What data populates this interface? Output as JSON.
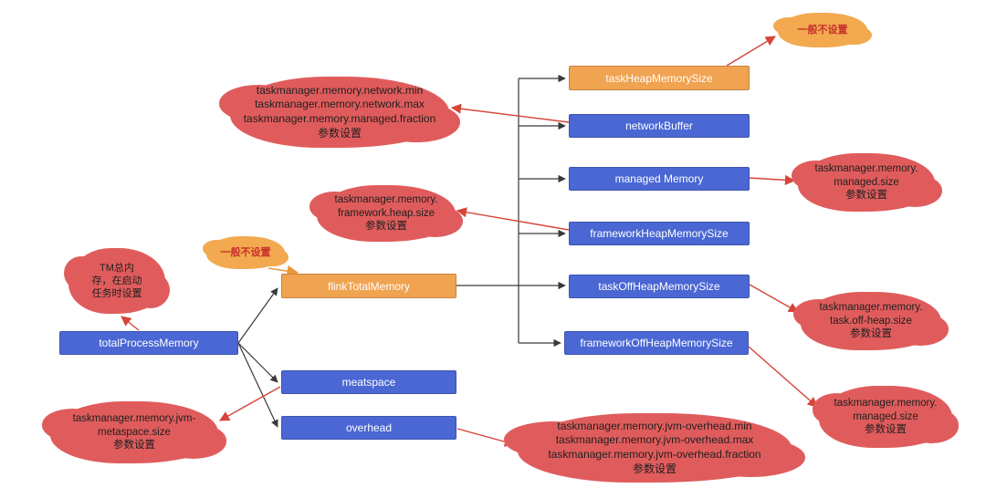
{
  "diagram": {
    "type": "flowchart",
    "description": "Flink TaskManager memory model configuration diagram",
    "colors": {
      "background": "#ffffff",
      "node_blue": "#4a67d3",
      "node_orange": "#f0a350",
      "cloud_red": "#e05c5c",
      "cloud_orange": "#f2a94f",
      "edge_black": "#3a3a3a",
      "edge_red": "#d6453a",
      "edge_orange": "#e8973b",
      "node_text": "#ffffff",
      "cloud_text_dark": "#1f1f1f",
      "cloud_text_red": "#c9302c"
    },
    "nodes": {
      "total_process_memory": {
        "label": "totalProcessMemory",
        "style": "blue"
      },
      "flink_total_memory": {
        "label": "flinkTotalMemory",
        "style": "orange"
      },
      "meatspace": {
        "label": "meatspace",
        "style": "blue"
      },
      "overhead": {
        "label": "overhead",
        "style": "blue"
      },
      "task_heap_memory_size": {
        "label": "taskHeapMemorySize",
        "style": "orange"
      },
      "network_buffer": {
        "label": "networkBuffer",
        "style": "blue"
      },
      "managed_memory": {
        "label": "managed Memory",
        "style": "blue"
      },
      "framework_heap_memory_size": {
        "label": "frameworkHeapMemorySize",
        "style": "blue"
      },
      "task_off_heap_memory_size": {
        "label": "taskOffHeapMemorySize",
        "style": "blue"
      },
      "framework_off_heap_memory_size": {
        "label": "frameworkOffHeapMemorySize",
        "style": "blue"
      }
    },
    "annotations": {
      "tm_note": {
        "text": "TM总内\n存，在启动\n任务时设置",
        "style": "red"
      },
      "flink_total_note": {
        "text": "一般不设置",
        "style": "orange"
      },
      "task_heap_note": {
        "text": "一般不设置",
        "style": "orange"
      },
      "network_note": {
        "text": "taskmanager.memory.network.min\ntaskmanager.memory.network.max\ntaskmanager.memory.managed.fraction\n参数设置",
        "style": "red"
      },
      "framework_heap_note": {
        "text": "taskmanager.memory.\nframework.heap.size\n参数设置",
        "style": "red"
      },
      "managed_note": {
        "text": "taskmanager.memory.\nmanaged.size\n参数设置",
        "style": "red"
      },
      "task_off_heap_note": {
        "text": "taskmanager.memory.\ntask.off-heap.size\n参数设置",
        "style": "red"
      },
      "framework_off_heap_note": {
        "text": "taskmanager.memory.\nmanaged.size\n参数设置",
        "style": "red"
      },
      "metaspace_note": {
        "text": "taskmanager.memory.jvm-\nmetaspace.size\n参数设置",
        "style": "red"
      },
      "overhead_note": {
        "text": "taskmanager.memory.jvm-overhead.min\ntaskmanager.memory.jvm-overhead.max\ntaskmanager.memory.jvm-overhead.fraction\n参数设置",
        "style": "red"
      }
    }
  }
}
